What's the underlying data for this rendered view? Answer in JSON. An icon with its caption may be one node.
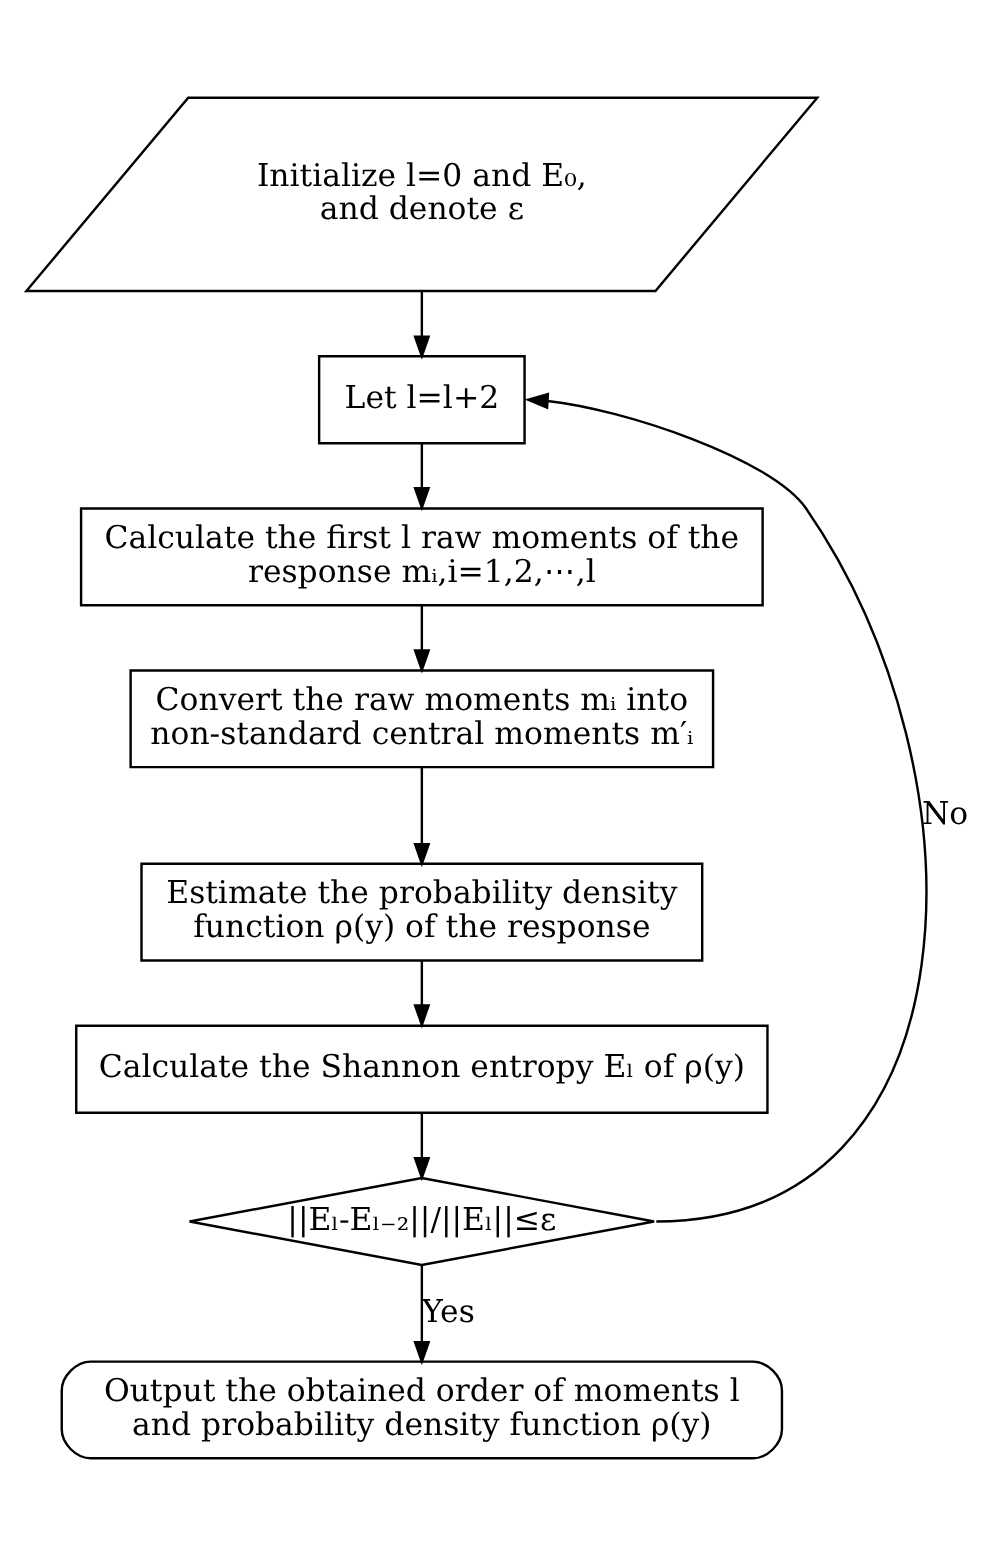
{
  "diagram": {
    "nodes": [
      {
        "text": [
          "Initialize l=0 and E₀, and denote ε"
        ]
      },
      {
        "text": [
          "Let l=l+2"
        ]
      },
      {
        "text": [
          "Calculate the first l raw moments of the response mᵢ,i=1,2,⋯,l"
        ]
      },
      {
        "text": [
          "Convert the raw moments mᵢ into non-standard central moments m′ᵢ"
        ]
      },
      {
        "text": [
          "Estimate the probability density function ρ(y) of the response"
        ]
      },
      {
        "text": [
          "Calculate the Shannon entropy Eₗ of ρ(y)"
        ]
      },
      {
        "text": [
          "||Eₗ-Eₗ₋₂||/||Eₗ||≤ε"
        ]
      },
      {
        "text": [
          "Output the obtained order of moments l and probability density function ρ(y)"
        ]
      }
    ],
    "edges": [
      {
        "from": 0,
        "to": 1,
        "arrow": "to"
      },
      {
        "from": 1,
        "to": 2,
        "arrow": "to"
      },
      {
        "from": 2,
        "to": 3,
        "arrow": "to"
      },
      {
        "from": 3,
        "to": 4,
        "arrow": "to"
      },
      {
        "from": 4,
        "to": 5,
        "arrow": "to"
      },
      {
        "from": 5,
        "to": 6,
        "arrow": "to"
      },
      {
        "from": 6,
        "to": 7,
        "label": "Yes",
        "arrow": "to"
      },
      {
        "from": 6,
        "to": 1,
        "label": "No",
        "arrow": "to"
      }
    ]
  }
}
